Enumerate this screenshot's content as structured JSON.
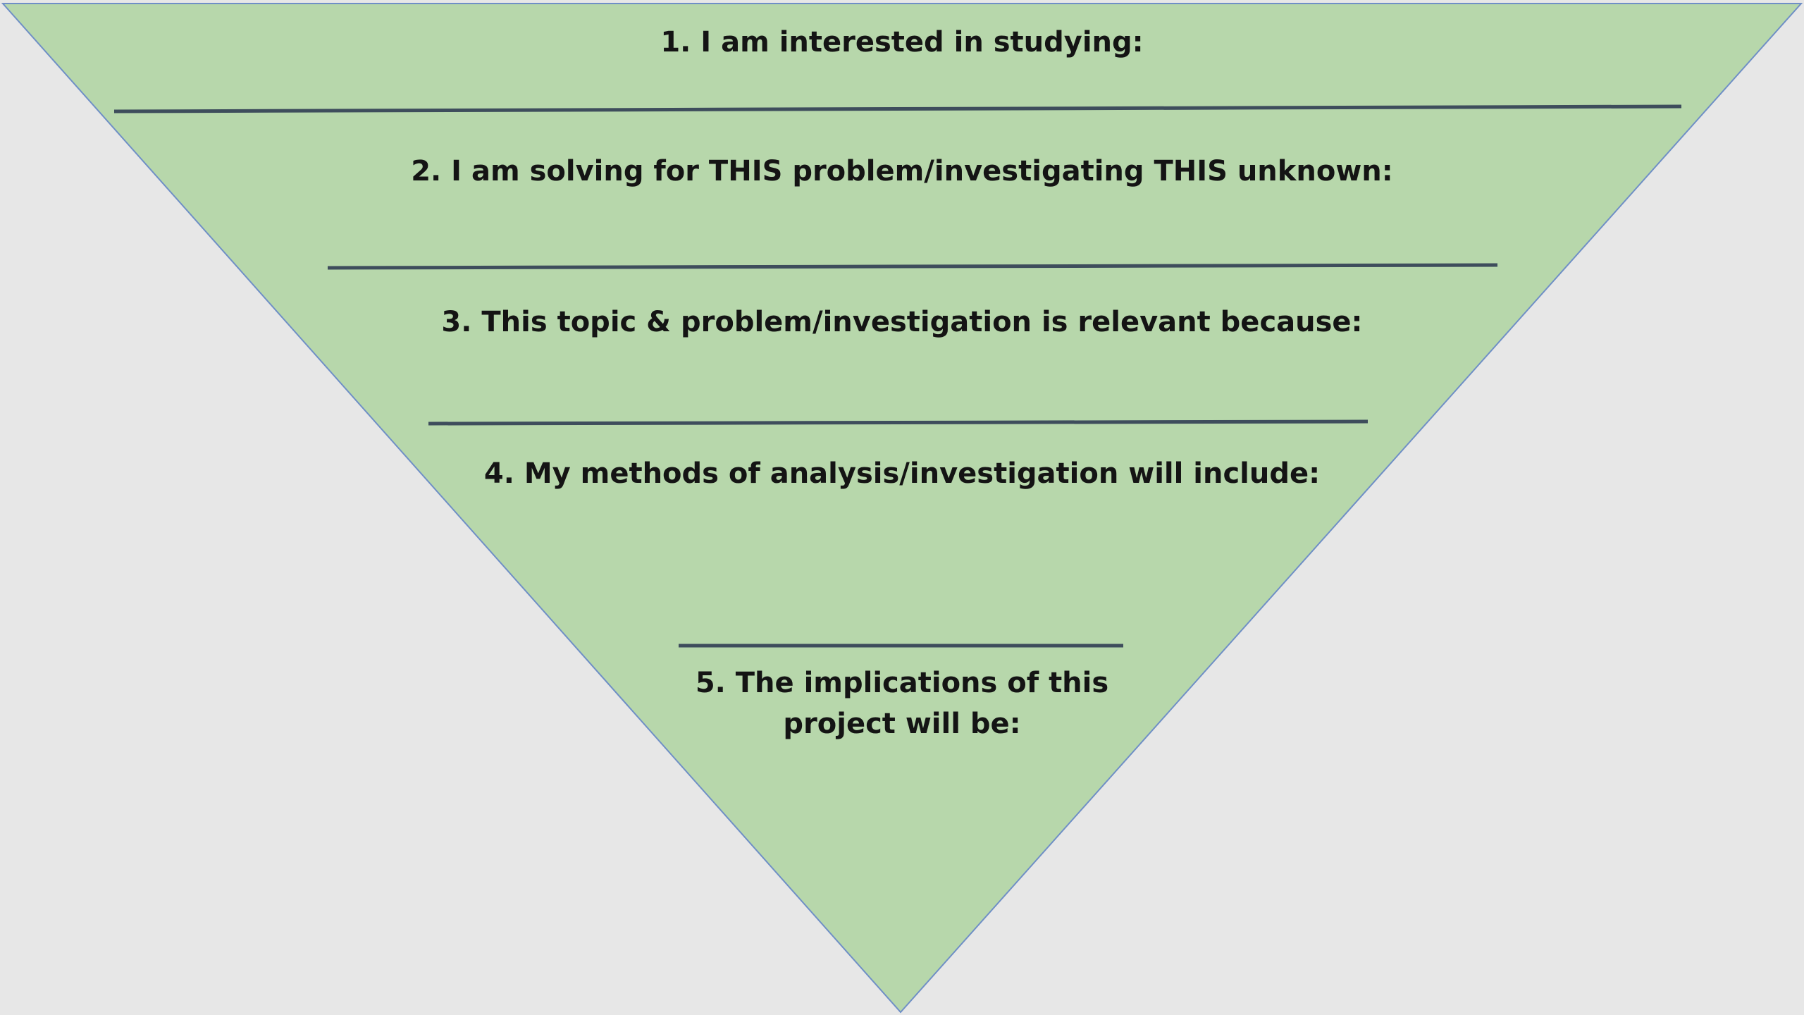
{
  "diagram": {
    "colors": {
      "background": "#e7e7e7",
      "funnel_fill": "#b7d7ab",
      "funnel_outline": "#6f8fc6",
      "divider": "#3e4d5c",
      "text": "#141414"
    },
    "sections": [
      {
        "number": "1.",
        "lines": [
          "1. I am interested in studying:"
        ]
      },
      {
        "number": "2.",
        "lines": [
          "2. I am solving for THIS problem/investigating THIS unknown:"
        ]
      },
      {
        "number": "3.",
        "lines": [
          "3. This topic & problem/investigation is relevant because:"
        ]
      },
      {
        "number": "4.",
        "lines": [
          "4. My methods of analysis/investigation will include:"
        ]
      },
      {
        "number": "5.",
        "lines": [
          "5. The implications of this",
          "project will be:"
        ]
      }
    ]
  }
}
